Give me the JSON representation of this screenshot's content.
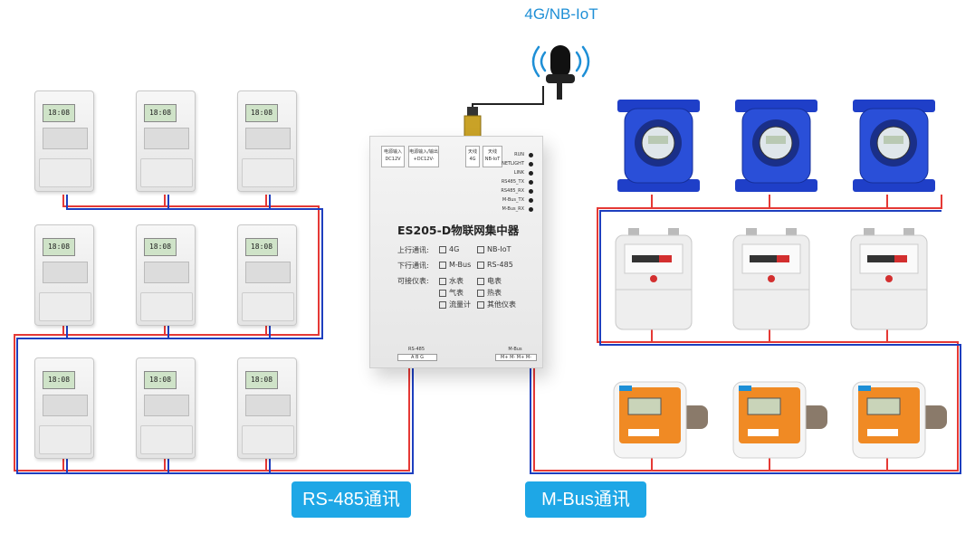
{
  "antenna_label": "4G/NB-IoT",
  "device": {
    "title": "ES205-D物联网集中器",
    "ports": [
      "电源输入\nDC12V",
      "电源输入/输出\n+DC12V-",
      "天线\n4G",
      "天线\nNB-IoT"
    ],
    "leds": [
      "RUN",
      "NETLIGHT",
      "LINK",
      "RS485_TX",
      "RS485_RX",
      "M-Bus_TX",
      "M-Bus_RX"
    ],
    "uplink_label": "上行通讯:",
    "downlink_label": "下行通讯:",
    "meters_label": "可接仪表:",
    "opt_4g": "4G",
    "opt_nbiot": "NB-IoT",
    "opt_mbus": "M-Bus",
    "opt_rs485": "RS-485",
    "opt_water": "水表",
    "opt_electric": "电表",
    "opt_gas": "气表",
    "opt_heat": "热表",
    "opt_flow": "流量计",
    "opt_other": "其他仪表",
    "rs485_port": "RS-485",
    "rs485_pins": "A  B  G",
    "mbus_port": "M-Bus",
    "mbus_pins": "M+ M-  M+ M-"
  },
  "label_rs485": "RS-485通讯",
  "label_mbus": "M-Bus通讯",
  "meter_display": "18:08",
  "colors": {
    "accent": "#1ea7e6",
    "wire_red": "#e53935",
    "wire_blue": "#1e3fbf",
    "water_meter": "#1f3fc8",
    "heat_meter": "#f08a24"
  }
}
